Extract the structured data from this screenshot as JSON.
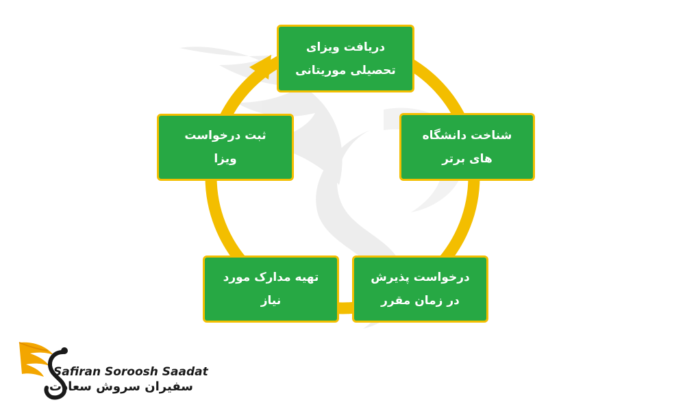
{
  "steps": [
    {
      "line1": "دریافت ویزای",
      "line2": "تحصیلی موریتانی"
    },
    {
      "line1": "شناخت دانشگاه",
      "line2": "های برتر"
    },
    {
      "line1": "درخواست پذیرش",
      "line2": "در زمان مقرر"
    },
    {
      "line1": "تهیه مدارک مورد",
      "line2": "نیاز"
    },
    {
      "line1": "ثبت درخواست",
      "line2": "ویزا"
    }
  ],
  "colors": {
    "box_fill": "#27a844",
    "box_border": "#f3be00",
    "ring": "#f3be00",
    "text": "#ffffff",
    "watermark": "#e8e8e8"
  },
  "logo": {
    "latin": "Safiran Soroosh Saadat",
    "persian": "سفیران سروش سعادت",
    "icon": "winged-s-logo-icon"
  },
  "watermark": {
    "icon": "winged-s-watermark-icon"
  }
}
